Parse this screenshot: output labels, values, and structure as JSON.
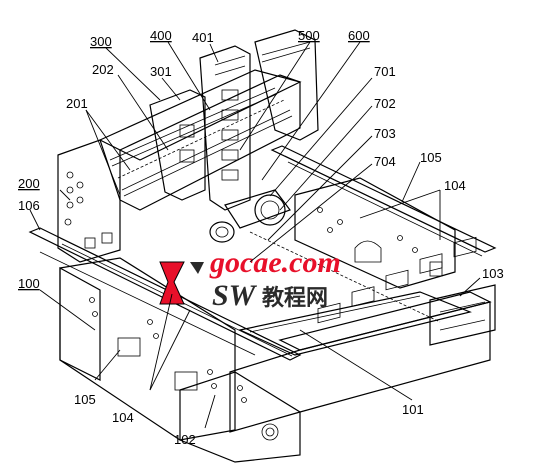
{
  "labels": {
    "l300": "300",
    "l400": "400",
    "l401": "401",
    "l500": "500",
    "l600": "600",
    "l202": "202",
    "l301": "301",
    "l701": "701",
    "l201": "201",
    "l702": "702",
    "l703": "703",
    "l704": "704",
    "l105a": "105",
    "l104a": "104",
    "l200": "200",
    "l106": "106",
    "l103": "103",
    "l100": "100",
    "l105b": "105",
    "l104b": "104",
    "l101": "101",
    "l102": "102"
  },
  "watermark": {
    "site": "gocae.com",
    "brand": "SW",
    "cn": "教程网"
  },
  "colors": {
    "line": "#000000",
    "watermark_red": "#e8102a",
    "watermark_dark": "#2a2a2a"
  }
}
